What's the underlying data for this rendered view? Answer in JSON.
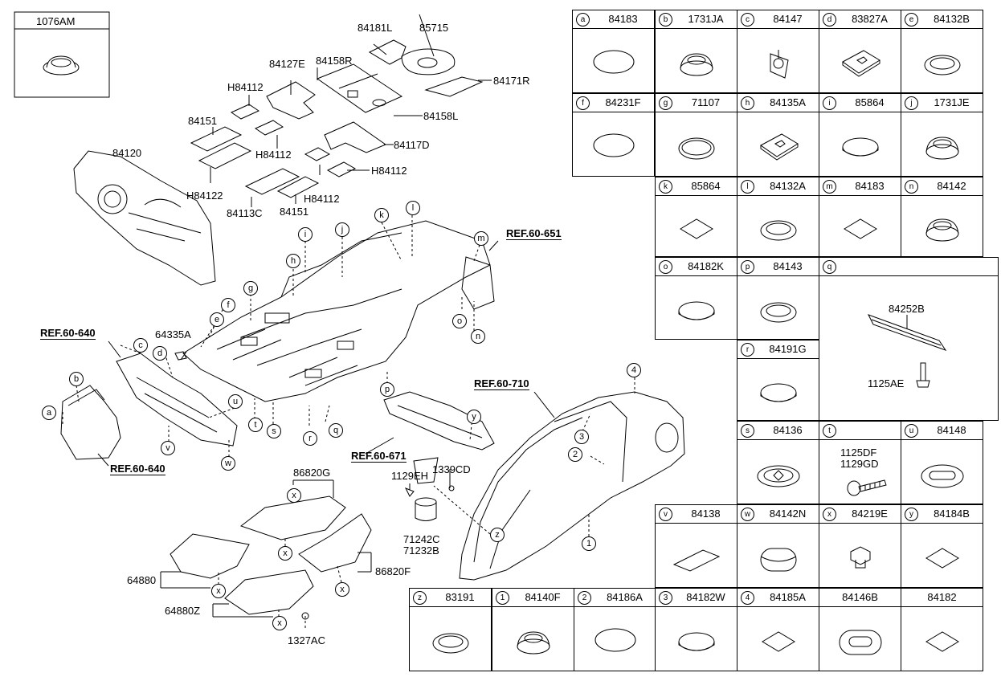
{
  "top_left_box": {
    "part_no": "1076AM"
  },
  "floor_labels": {
    "l84181L": "84181L",
    "l85715": "85715",
    "l84127E": "84127E",
    "l84158R": "84158R",
    "l84171R": "84171R",
    "lH84112a": "H84112",
    "l84158L": "84158L",
    "l84151a": "84151",
    "lH84112b": "H84112",
    "l84117D": "84117D",
    "lH84122": "H84122",
    "lH84112c": "H84112",
    "l84113C": "84113C",
    "l84151b": "84151",
    "lH84112d": "H84112",
    "l84120": "84120",
    "l64335A": "64335A",
    "l86820G": "86820G",
    "l86820F": "86820F",
    "l64880": "64880",
    "l64880Z": "64880Z",
    "l1327AC": "1327AC",
    "l1129EH": "1129EH",
    "l1339CD": "1339CD",
    "l71242C": "71242C",
    "l71232B": "71232B"
  },
  "ref_labels": {
    "ref651": "REF.60-651",
    "ref640a": "REF.60-640",
    "ref640b": "REF.60-640",
    "ref671": "REF.60-671",
    "ref710": "REF.60-710"
  },
  "callouts": [
    "a",
    "b",
    "c",
    "d",
    "e",
    "f",
    "g",
    "h",
    "i",
    "j",
    "k",
    "l",
    "m",
    "n",
    "o",
    "p",
    "q",
    "r",
    "s",
    "t",
    "u",
    "v",
    "w",
    "x",
    "y",
    "z",
    "1",
    "2",
    "3",
    "4"
  ],
  "legend": [
    {
      "key": "a",
      "part": "84183"
    },
    {
      "key": "b",
      "part": "1731JA"
    },
    {
      "key": "c",
      "part": "84147"
    },
    {
      "key": "d",
      "part": "83827A"
    },
    {
      "key": "e",
      "part": "84132B"
    },
    {
      "key": "f",
      "part": "84231F"
    },
    {
      "key": "g",
      "part": "71107"
    },
    {
      "key": "h",
      "part": "84135A"
    },
    {
      "key": "i",
      "part": "85864"
    },
    {
      "key": "j",
      "part": "1731JE"
    },
    {
      "key": "k",
      "part": "85864"
    },
    {
      "key": "l",
      "part": "84132A"
    },
    {
      "key": "m",
      "part": "84183"
    },
    {
      "key": "n",
      "part": "84142"
    },
    {
      "key": "o",
      "part": "84182K"
    },
    {
      "key": "p",
      "part": "84143"
    },
    {
      "key": "q",
      "part": ""
    },
    {
      "key": "r",
      "part": "84191G"
    },
    {
      "key": "s",
      "part": "84136"
    },
    {
      "key": "t",
      "part": ""
    },
    {
      "key": "u",
      "part": "84148"
    },
    {
      "key": "v",
      "part": "84138"
    },
    {
      "key": "w",
      "part": "84142N"
    },
    {
      "key": "x",
      "part": "84219E"
    },
    {
      "key": "y",
      "part": "84184B"
    },
    {
      "key": "z",
      "part": "83191"
    },
    {
      "key": "1",
      "part": "84140F"
    },
    {
      "key": "2",
      "part": "84186A"
    },
    {
      "key": "3",
      "part": "84182W"
    },
    {
      "key": "4",
      "part": "84185A"
    },
    {
      "key": "",
      "part": "84146B"
    },
    {
      "key": "",
      "part": "84182"
    }
  ],
  "q_cell": {
    "part1": "84252B",
    "part2": "1125AE"
  },
  "t_cell": {
    "part1": "1125DF",
    "part2": "1129GD"
  }
}
